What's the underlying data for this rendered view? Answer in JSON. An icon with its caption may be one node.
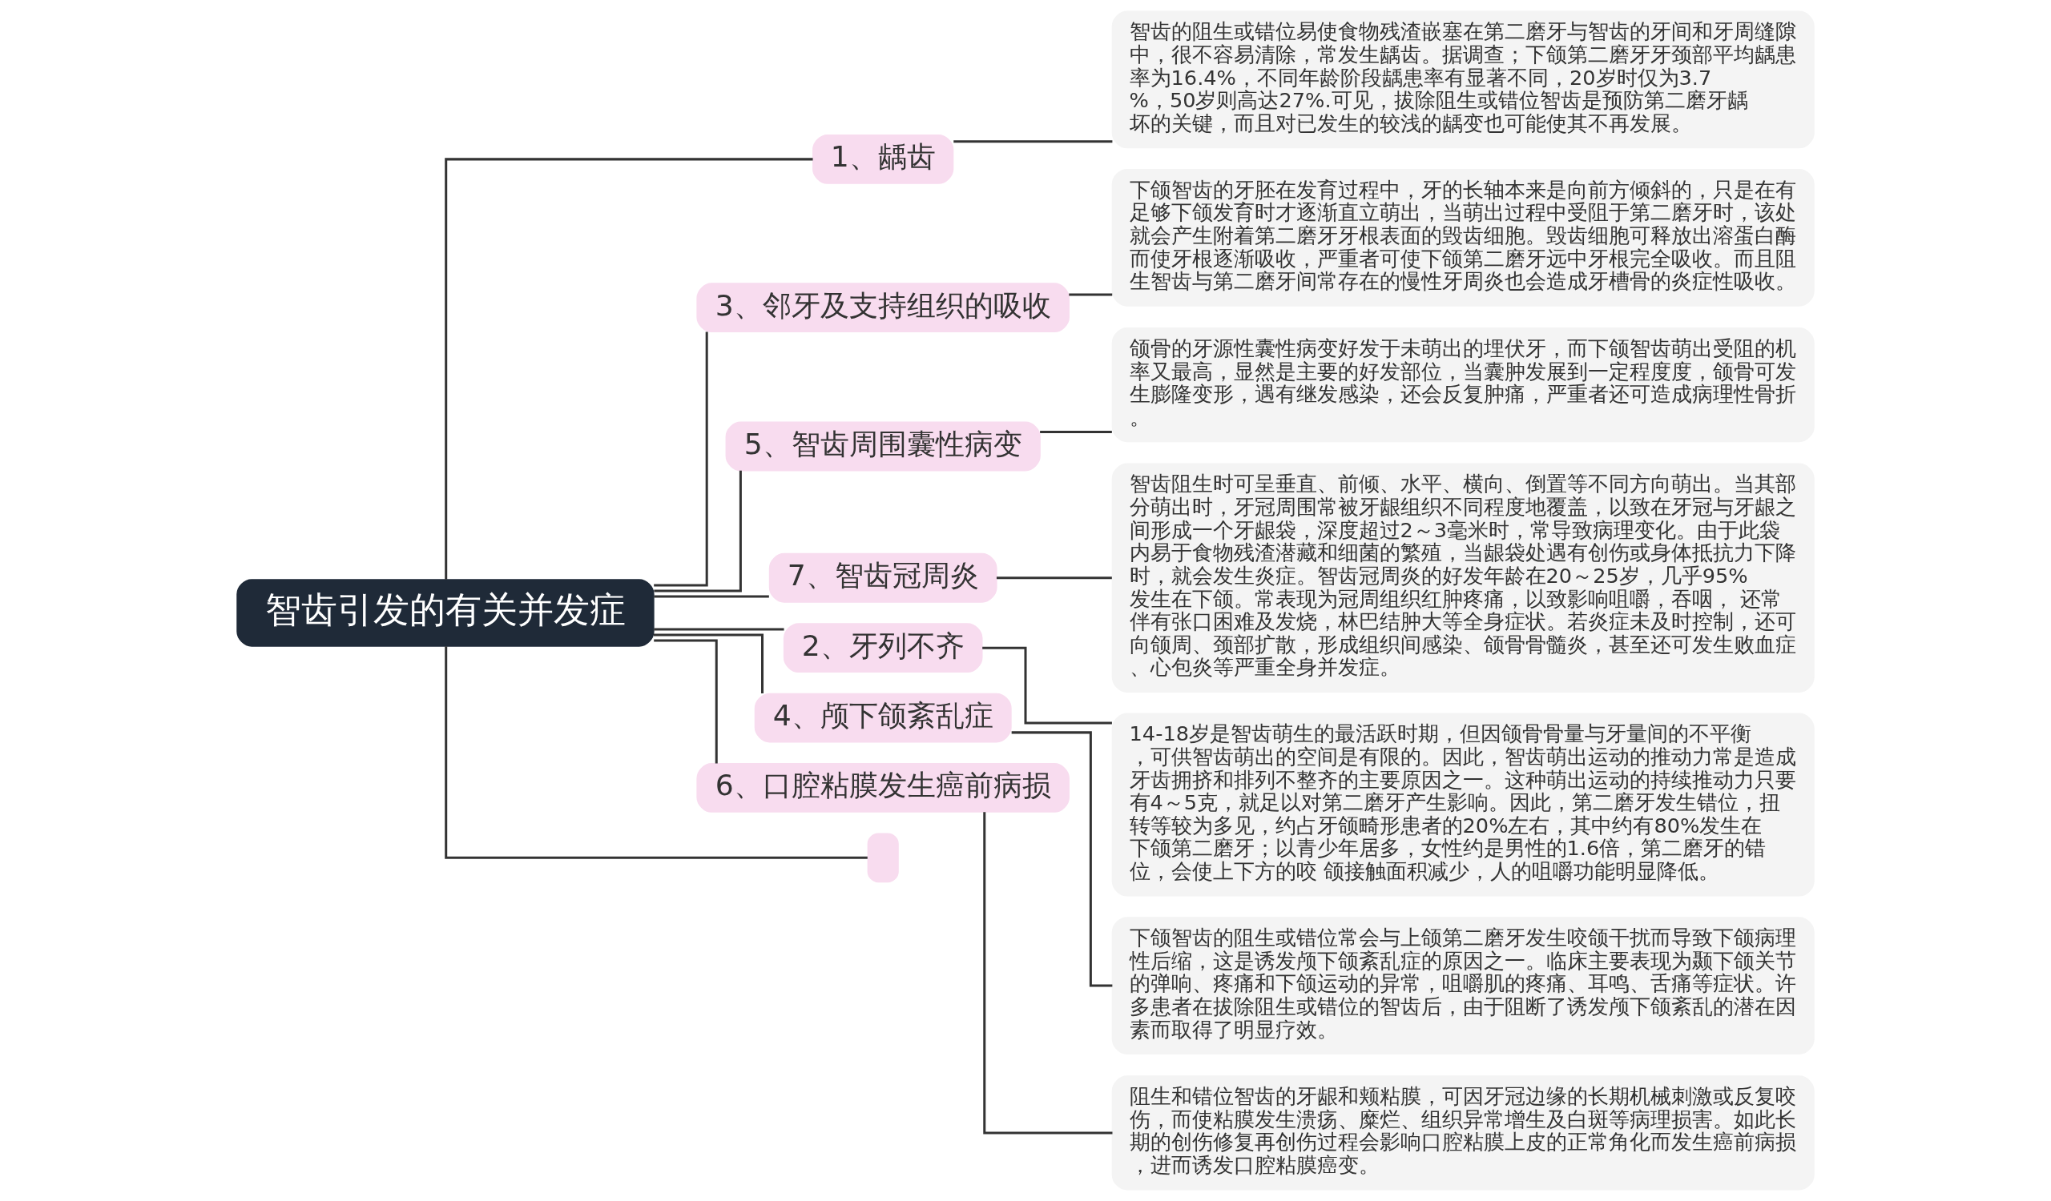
{
  "diagram": {
    "nodes": [
      {
        "text": [
          "智齿引发的有关并发症"
        ]
      },
      {
        "text": [
          "1、龋齿"
        ]
      },
      {
        "text": [
          "智齿的阻生或错位易使食物残渣嵌塞在第二磨牙与智齿的牙间和牙周缝隙中，很不容易清除，常发生龋齿。据调查；下颌第二磨牙牙颈部平均龋患率为16.4%，不同年龄阶段龋患率有显著不同，20岁时仅为3.7%，50岁则高达27%.可见，拔除阻生或错位智齿是预防第二磨牙龋坏的关键，而且对已发生的较浅的龋变也可能使其不再发展。"
        ]
      },
      {
        "text": [
          "3、邻牙及支持组织的吸收"
        ]
      },
      {
        "text": [
          "下颌智齿的牙胚在发育过程中，牙的长轴本来是向前方倾斜的，只是在有足够下颌发育时才逐渐直立萌出，当萌出过程中受阻于第二磨牙时，该处就会产生附着第二磨牙牙根表面的毁齿细胞。毁齿细胞可释放出溶蛋白酶而使牙根逐渐吸收，严重者可使下颌第二磨牙远中牙根完全吸收。而且阻生智齿与第二磨牙间常存在的慢性牙周炎也会造成牙槽骨的炎症性吸收。"
        ]
      },
      {
        "text": [
          "5、智齿周围囊性病变"
        ]
      },
      {
        "text": [
          "颌骨的牙源性囊性病变好发于未萌出的埋伏牙，而下颌智齿萌出受阻的机率又最高，显然是主要的好发部位，当囊肿发展到一定程度度，颌骨可发生膨隆变形，遇有继发感染，还会反复肿痛，严重者还可造成病理性骨折。"
        ]
      },
      {
        "text": [
          "7、智齿冠周炎"
        ]
      },
      {
        "text": [
          "智齿阻生时可呈垂直、前倾、水平、横向、倒置等不同方向萌出。当其部分萌出时，牙冠周围常被牙龈组织不同程度地覆盖，以致在牙冠与牙龈之间形成一个牙龈袋，深度超过2～3毫米时，常导致病理变化。由于此袋内易于食物残渣潜藏和细菌的繁殖，当龈袋处遇有创伤或身体抵抗力下降时，就会发生炎症。智齿冠周炎的好发年龄在20～25岁，几乎95%发生在下颌。常表现为冠周组织红肿疼痛，以致影响咀嚼，吞咽， 还常伴有张口困难及发烧，林巴结肿大等全身症状。若炎症未及时控制，还可向颌周、颈部扩散，形成组织间感染、颌骨骨髓炎，甚至还可发生败血症、心包炎等严重全身并发症。"
        ]
      },
      {
        "text": [
          "2、牙列不齐"
        ]
      },
      {
        "text": [
          "14-18岁是智齿萌生的最活跃时期，但因颌骨骨量与牙量间的不平衡，可供智齿萌出的空间是有限的。因此，智齿萌出运动的推动力常是造成牙齿拥挤和排列不整齐的主要原因之一。这种萌出运动的持续推动力只要有4～5克，就足以对第二磨牙产生影响。因此，第二磨牙发生错位，扭转等较为多见，约占牙颌畸形患者的20%左右，其中约有80%发生在下颌第二磨牙；以青少年居多，女性约是男性的1.6倍，第二磨牙的错位，会使上下方的咬 颌接触面积减少，人的咀嚼功能明显降低。"
        ]
      },
      {
        "text": [
          "4、颅下颌紊乱症"
        ]
      },
      {
        "text": [
          "下颌智齿的阻生或错位常会与上颌第二磨牙发生咬颌干扰而导致下颌病理性后缩，这是诱发颅下颌紊乱症的原因之一。临床主要表现为颞下颌关节的弹响、疼痛和下颌运动的异常，咀嚼肌的疼痛、耳鸣、舌痛等症状。许多患者在拔除阻生或错位的智齿后，由于阻断了诱发颅下颌紊乱的潜在因素而取得了明显疗效。"
        ]
      },
      {
        "text": [
          "6、口腔粘膜发生癌前病损"
        ]
      },
      {
        "text": [
          "阻生和错位智齿的牙龈和颊粘膜，可因牙冠边缘的长期机械刺激或反复咬伤，而使粘膜发生溃疡、糜烂、组织异常增生及白斑等病理损害。如此长期的创伤修复再创伤过程会影响口腔粘膜上皮的正常角化而发生癌前病损，进而诱发口腔粘膜癌变。"
        ]
      },
      {
        "text": [],
        "shape": "box"
      }
    ],
    "edges": [
      {
        "from": 0,
        "to": 1,
        "arrow": "none"
      },
      {
        "from": 1,
        "to": 2,
        "arrow": "none"
      },
      {
        "from": 0,
        "to": 3,
        "arrow": "none"
      },
      {
        "from": 3,
        "to": 4,
        "arrow": "none"
      },
      {
        "from": 0,
        "to": 5,
        "arrow": "none"
      },
      {
        "from": 5,
        "to": 6,
        "arrow": "none"
      },
      {
        "from": 0,
        "to": 7,
        "arrow": "none"
      },
      {
        "from": 7,
        "to": 8,
        "arrow": "none"
      },
      {
        "from": 0,
        "to": 9,
        "arrow": "none"
      },
      {
        "from": 9,
        "to": 10,
        "arrow": "none"
      },
      {
        "from": 0,
        "to": 11,
        "arrow": "none"
      },
      {
        "from": 11,
        "to": 12,
        "arrow": "none"
      },
      {
        "from": 0,
        "to": 13,
        "arrow": "none"
      },
      {
        "from": 13,
        "to": 14,
        "arrow": "none"
      },
      {
        "from": 0,
        "to": 15,
        "arrow": "none"
      }
    ]
  }
}
